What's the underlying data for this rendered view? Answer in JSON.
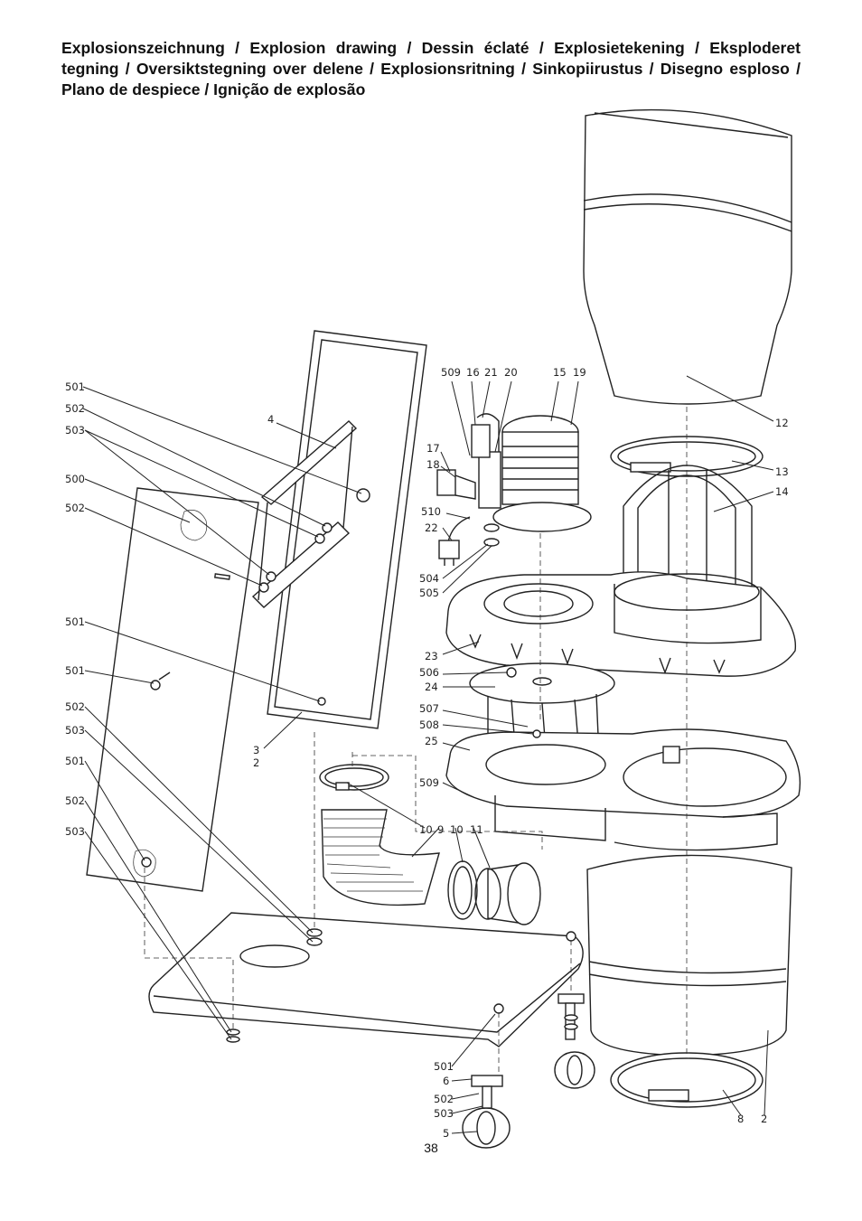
{
  "heading": "Explosionszeichnung / Explosion drawing / Dessin éclaté / Explosietekening / Eksploderet tegning / Oversiktstegning over delene / Explosionsritning / Sinkopiirustus / Disegno esploso / Plano de despiece / Ignição de explosão",
  "page_number": "38",
  "labels": {
    "l501a": "501",
    "l502a": "502",
    "l503a": "503",
    "l500": "500",
    "l502b": "502",
    "l4": "4",
    "l501b": "501",
    "l501c": "501",
    "l502c": "502",
    "l503b": "503",
    "l501d": "501",
    "l502d": "502",
    "l503c": "503",
    "l3": "3",
    "l2a": "2",
    "t509": "509",
    "t16": "16",
    "t21": "21",
    "t20": "20",
    "t15": "15",
    "t19": "19",
    "l17": "17",
    "l18": "18",
    "l510": "510",
    "l22": "22",
    "l504": "504",
    "l505": "505",
    "l23": "23",
    "l506": "506",
    "l24": "24",
    "l507": "507",
    "l508": "508",
    "l25": "25",
    "l509b": "509",
    "l10a": "10",
    "l9": "9",
    "l10b": "10",
    "l11": "11",
    "l12": "12",
    "l13": "13",
    "l14": "14",
    "l501e": "501",
    "l6": "6",
    "l502e": "502",
    "l503d": "503",
    "l5": "5",
    "l8": "8",
    "l2b": "2"
  }
}
